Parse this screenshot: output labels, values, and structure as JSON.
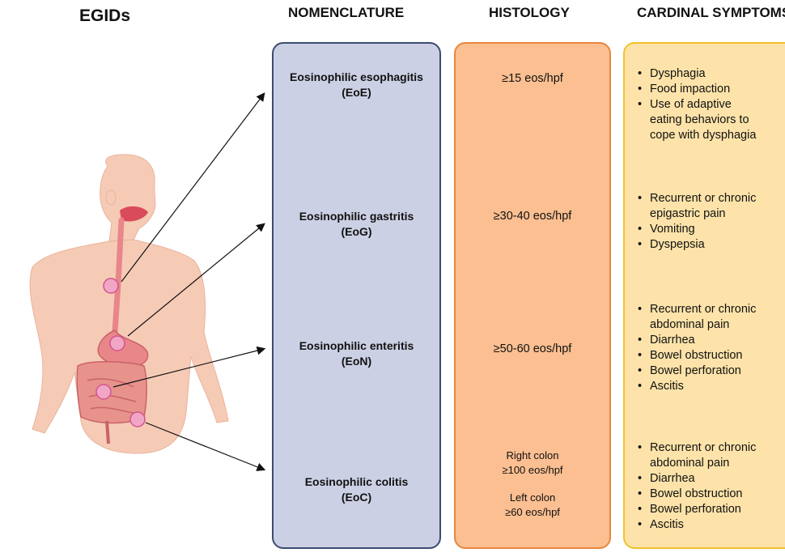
{
  "title": "EGIDs",
  "headers": {
    "nomenclature": "NOMENCLATURE",
    "histology": "HISTOLOGY",
    "symptoms": "CARDINAL SYMPTOMS"
  },
  "rows": [
    {
      "name_line1": "Eosinophilic esophagitis",
      "name_line2": "(EoE)",
      "histology": "≥15 eos/hpf",
      "symptoms": [
        "Dysphagia",
        "Food impaction",
        "Use of adaptive",
        "eating behaviors to",
        "cope with dysphagia"
      ]
    },
    {
      "name_line1": "Eosinophilic gastritis",
      "name_line2": "(EoG)",
      "histology": "≥30-40 eos/hpf",
      "symptoms": [
        "Recurrent or chronic",
        "epigastric pain",
        "Vomiting",
        "Dyspepsia"
      ]
    },
    {
      "name_line1": "Eosinophilic enteritis",
      "name_line2": "(EoN)",
      "histology": "≥50-60 eos/hpf",
      "symptoms": [
        "Recurrent or chronic",
        "abdominal pain",
        "Diarrhea",
        "Bowel obstruction",
        "Bowel perforation",
        "Ascitis"
      ]
    },
    {
      "name_line1": "Eosinophilic colitis",
      "name_line2": "(EoC)",
      "histology_right_1": "Right colon",
      "histology_right_2": "≥100 eos/hpf",
      "histology_left_1": "Left colon",
      "histology_left_2": "≥60 eos/hpf",
      "symptoms": [
        "Recurrent or chronic",
        "abdominal pain",
        "Diarrhea",
        "Bowel obstruction",
        "Bowel perforation",
        "Ascitis"
      ]
    }
  ],
  "colors": {
    "nomenclature_fill": "#ccd0e4",
    "nomenclature_border": "#3c4b70",
    "histology_fill": "#fbbf91",
    "histology_border": "#e8873f",
    "symptoms_fill": "#fde3a9",
    "symptoms_border": "#f2c12e",
    "skin": "#f6c9b2",
    "gi_tract": "#e8868a"
  }
}
